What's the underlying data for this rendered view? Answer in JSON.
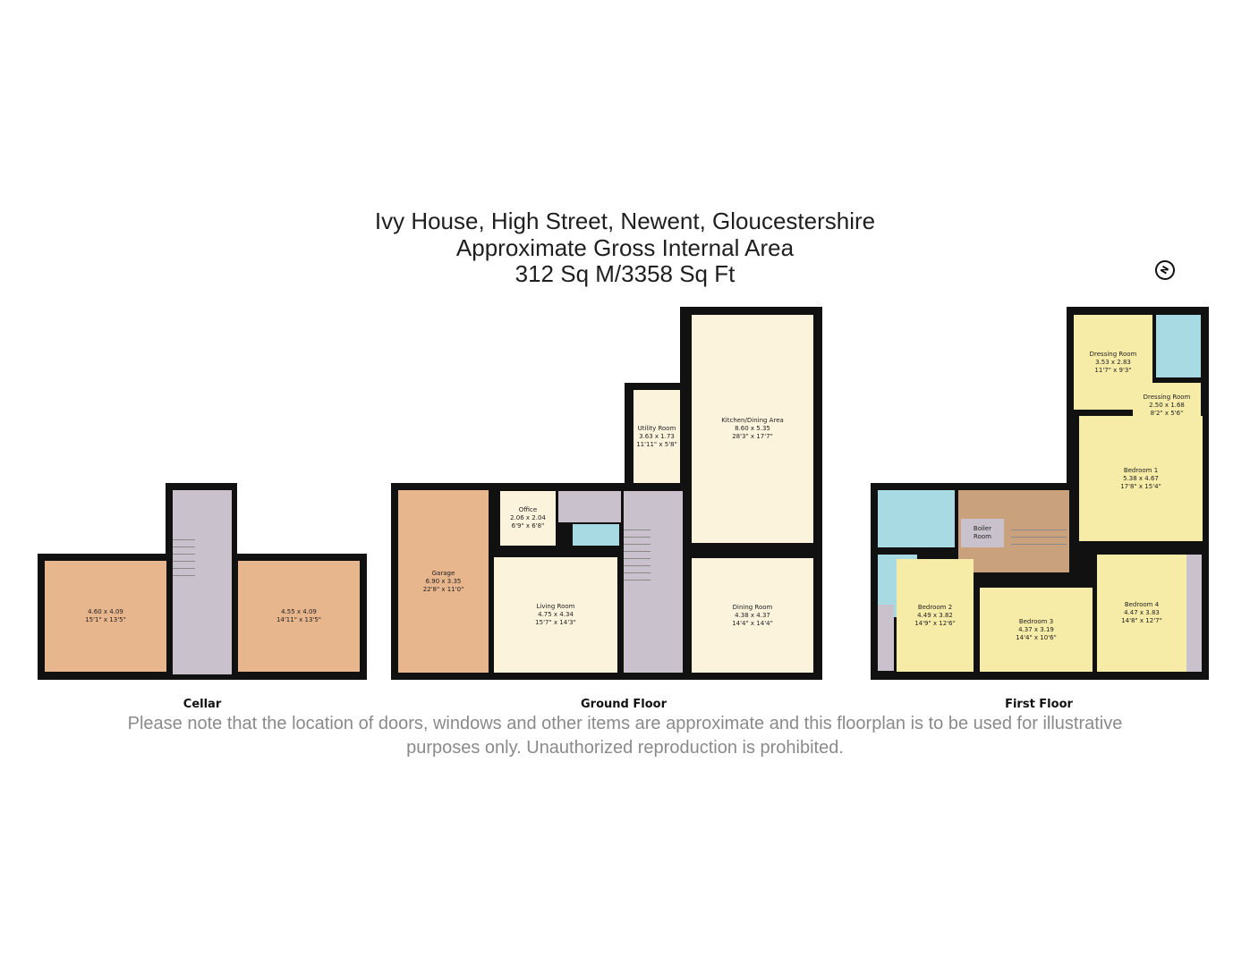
{
  "title": {
    "line1": "Ivy House, High Street, Newent, Gloucestershire",
    "line2": "Approximate Gross Internal Area",
    "line3": "312 Sq M/3358 Sq Ft"
  },
  "compass": {
    "label": "N"
  },
  "cellar": {
    "label": "Cellar",
    "rooms": [
      {
        "metric": "4.60 x 4.09",
        "imperial": "15'1\" x 13'5\""
      },
      {
        "metric": "4.55 x 4.09",
        "imperial": "14'11\" x 13'5\""
      }
    ]
  },
  "ground": {
    "label": "Ground Floor",
    "rooms": {
      "garage": {
        "name": "Garage",
        "metric": "6.90 x 3.35",
        "imperial": "22'8\" x 11'0\""
      },
      "office": {
        "name": "Office",
        "metric": "2.06 x 2.04",
        "imperial": "6'9\" x 6'8\""
      },
      "utility": {
        "name": "Utility Room",
        "metric": "3.63 x 1.73",
        "imperial": "11'11\" x 5'8\""
      },
      "kitchen": {
        "name": "Kitchen/Dining Area",
        "metric": "8.60 x 5.35",
        "imperial": "28'3\" x 17'7\""
      },
      "living": {
        "name": "Living Room",
        "metric": "4.75 x 4.34",
        "imperial": "15'7\" x 14'3\""
      },
      "dining": {
        "name": "Dining Room",
        "metric": "4.38 x 4.37",
        "imperial": "14'4\" x 14'4\""
      }
    }
  },
  "first": {
    "label": "First Floor",
    "rooms": {
      "dressing1": {
        "name": "Dressing Room",
        "metric": "3.53 x 2.83",
        "imperial": "11'7\" x 9'3\""
      },
      "dressing2": {
        "name": "Dressing Room",
        "metric": "2.50 x 1.68",
        "imperial": "8'2\" x 5'6\""
      },
      "bedroom1": {
        "name": "Bedroom 1",
        "metric": "5.38 x 4.67",
        "imperial": "17'8\" x 15'4\""
      },
      "boiler": {
        "name": "Boiler Room"
      },
      "bedroom2": {
        "name": "Bedroom 2",
        "metric": "4.49 x 3.82",
        "imperial": "14'9\" x 12'6\""
      },
      "bedroom3": {
        "name": "Bedroom 3",
        "metric": "4.37 x 3.19",
        "imperial": "14'4\" x 10'6\""
      },
      "bedroom4": {
        "name": "Bedroom 4",
        "metric": "4.47 x 3.83",
        "imperial": "14'8\" x 12'7\""
      }
    }
  },
  "disclaimer": {
    "line1": "Please note that the location of doors, windows and other items are approximate and this floorplan is to be used for illustrative",
    "line2": "purposes only. Unauthorized reproduction is prohibited."
  }
}
